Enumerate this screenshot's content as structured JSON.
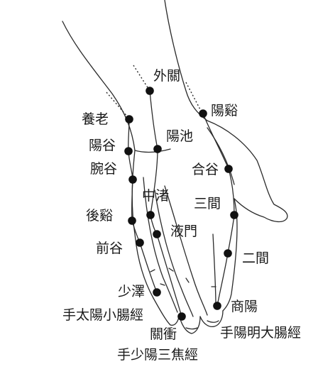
{
  "colors": {
    "ink": "#1a1a1a",
    "outline": "#2b2b2b",
    "dot": "#111111"
  },
  "points": [
    {
      "id": "waiguan",
      "label": "外關"
    },
    {
      "id": "yangxi",
      "label": "陽谿"
    },
    {
      "id": "yanglao",
      "label": "養老"
    },
    {
      "id": "yanggu",
      "label": "陽谷"
    },
    {
      "id": "yangchi",
      "label": "陽池"
    },
    {
      "id": "wangu",
      "label": "腕谷"
    },
    {
      "id": "hegu",
      "label": "合谷"
    },
    {
      "id": "zhongzhu",
      "label": "中渚"
    },
    {
      "id": "sanjian",
      "label": "三間"
    },
    {
      "id": "houxi",
      "label": "後谿"
    },
    {
      "id": "yemen",
      "label": "液門"
    },
    {
      "id": "qiangu",
      "label": "前谷"
    },
    {
      "id": "erjian",
      "label": "二間"
    },
    {
      "id": "shaoze",
      "label": "少澤"
    },
    {
      "id": "shangyang",
      "label": "商陽"
    },
    {
      "id": "guanchong",
      "label": "關衝"
    }
  ],
  "meridians": [
    {
      "id": "small-intestine",
      "label": "手太陽小腸經"
    },
    {
      "id": "large-intestine",
      "label": "手陽明大腸經"
    },
    {
      "id": "sanjiao",
      "label": "手少陽三焦經"
    }
  ]
}
